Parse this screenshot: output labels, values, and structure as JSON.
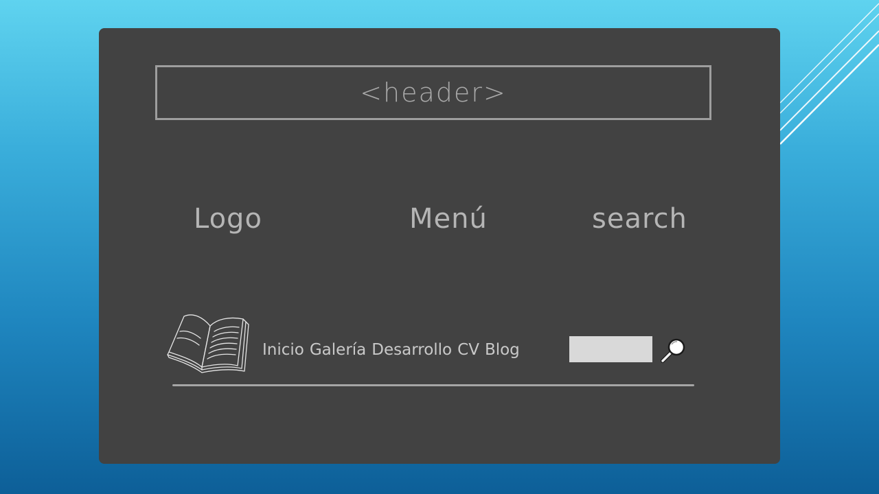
{
  "header": {
    "label": "<header>"
  },
  "labels": {
    "logo": "Logo",
    "menu": "Menú",
    "search": "search"
  },
  "nav": {
    "items": [
      "Inicio",
      "Galería",
      "Desarrollo",
      "CV",
      "Blog"
    ]
  },
  "search_box": {
    "value": "",
    "placeholder": ""
  },
  "icons": {
    "logo": "open-book-icon",
    "search": "magnifier-icon"
  },
  "colors": {
    "board": "#424242",
    "sketch_text": "#b5b5b5",
    "search_field": "#d9d9d9",
    "background_top": "#5fd3ef",
    "background_bottom": "#0d5f98"
  }
}
